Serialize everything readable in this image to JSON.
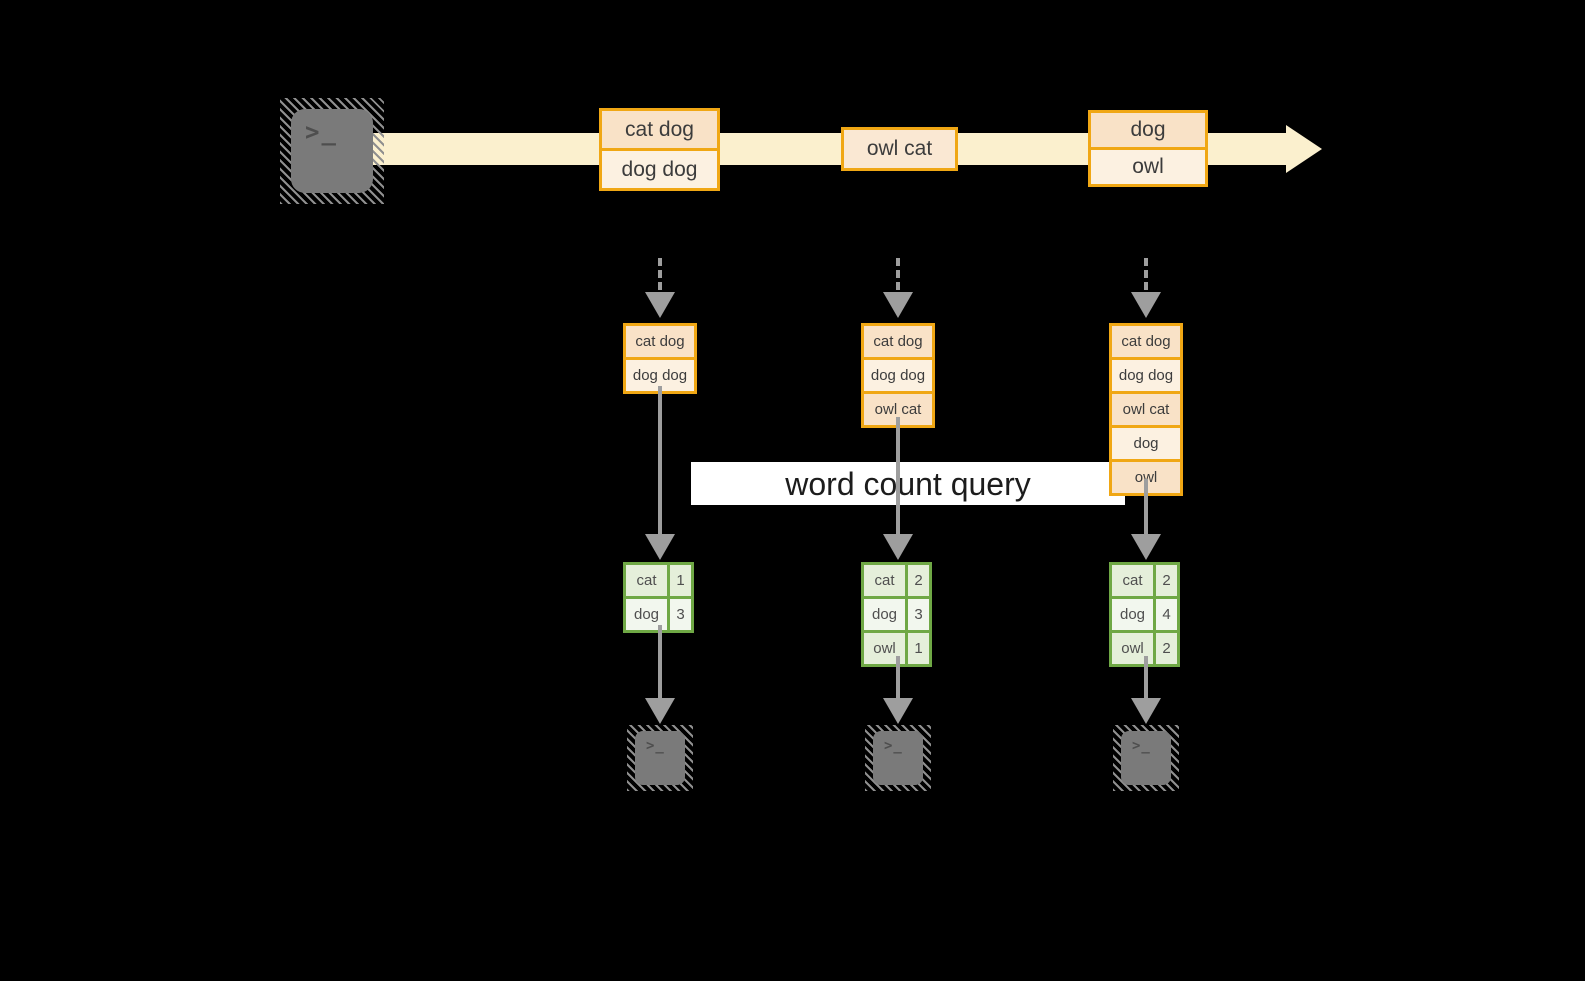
{
  "colors": {
    "background": "#000000",
    "stream_band": "#FBF0CE",
    "orange_border": "#F0A714",
    "peach_dark": "#F9E2C7",
    "peach_light": "#FCF1E1",
    "peach_mid": "#FAE8D3",
    "green_border": "#6FA845",
    "green_row_dark": "#E5EFDA",
    "green_row_light": "#F2F7EE",
    "arrow_gray": "#9E9E9E",
    "terminal_gray": "#7A7A7A",
    "label_bg": "#FFFFFF",
    "text_dark": "#3C3C3C"
  },
  "stream": {
    "source": {
      "icon": "terminal-icon",
      "glyph": ">_"
    },
    "batches": [
      {
        "lines": [
          "cat dog",
          "dog dog"
        ]
      },
      {
        "lines": [
          "owl cat"
        ]
      },
      {
        "lines": [
          "dog",
          "owl"
        ]
      }
    ]
  },
  "query": {
    "label": "word count query"
  },
  "columns": [
    {
      "state": [
        "cat dog",
        "dog dog"
      ],
      "counts": [
        {
          "word": "cat",
          "value": "1"
        },
        {
          "word": "dog",
          "value": "3"
        }
      ],
      "sink_glyph": ">_"
    },
    {
      "state": [
        "cat dog",
        "dog dog",
        "owl cat"
      ],
      "counts": [
        {
          "word": "cat",
          "value": "2"
        },
        {
          "word": "dog",
          "value": "3"
        },
        {
          "word": "owl",
          "value": "1"
        }
      ],
      "sink_glyph": ">_"
    },
    {
      "state": [
        "cat dog",
        "dog dog",
        "owl cat",
        "dog",
        "owl"
      ],
      "counts": [
        {
          "word": "cat",
          "value": "2"
        },
        {
          "word": "dog",
          "value": "4"
        },
        {
          "word": "owl",
          "value": "2"
        }
      ],
      "sink_glyph": ">_"
    }
  ]
}
